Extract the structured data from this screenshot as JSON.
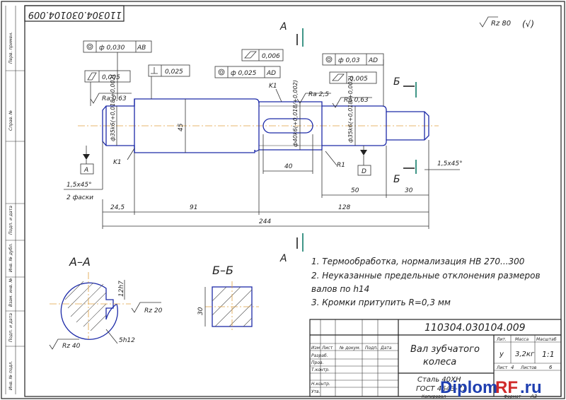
{
  "drawing": {
    "number_rotated": "110304.030104.009",
    "roughness_general": "Rz 80",
    "roughness_general_paren": "(√)",
    "view_mark_a": "A",
    "view_mark_b": "Б"
  },
  "tolerances": {
    "runout_ab": {
      "value": "ф 0,030",
      "base": "AB"
    },
    "parallel_left": {
      "value": "0,005"
    },
    "perp_left": {
      "value": "0,025"
    },
    "runout_ad": {
      "value": "ф 0,025",
      "base": "AD"
    },
    "cyl_mid": {
      "value": "0,006"
    },
    "runout_right": {
      "value": "ф 0,03",
      "base": "AD"
    },
    "cyl_right": {
      "value": "0,005"
    }
  },
  "surface": {
    "ra_left": "Ra 0,63",
    "ra_mid": "Ra 2,5",
    "ra_right": "Ra 0,63",
    "k1_top": "K1",
    "k1_left": "K1"
  },
  "diameters": {
    "d35_left": "ф35k6(+0,018/+0,002)",
    "d45": "45",
    "d40": "ф40k6(+0,018/+0,002)",
    "d35_right": "ф35k6(+0,018/+0,002)"
  },
  "bases": {
    "a": "A",
    "d": "D"
  },
  "dims": {
    "chamfer_left": "1,5х45°",
    "chamfer_left_note": "2 фаски",
    "chamfer_right": "1,5х45°",
    "r1": "R1",
    "key_len": "40",
    "d245": "24,5",
    "d91": "91",
    "d128": "128",
    "d50": "50",
    "d30": "30",
    "d244": "244"
  },
  "sections": {
    "aa_title": "А–А",
    "aa_depth": "12h7",
    "aa_width": "5h12",
    "aa_rz20": "Rz 20",
    "aa_rz40": "Rz 40",
    "bb_title": "Б–Б",
    "bb_size": "30"
  },
  "notes": [
    "1. Термообработка, нормализация НВ 270...300",
    "2. Неуказанные предельные отклонения размеров",
    "валов по h14",
    "3. Кромки притупить R=0,3 мм"
  ],
  "title_block": {
    "number": "110304.030104.009",
    "name_line1": "Вал зубчатого",
    "name_line2": "колеса",
    "material_line1": "Сталь 40ХН",
    "material_line2": "ГОСТ 4543-71",
    "lit_header": "Лит.",
    "mass_header": "Масса",
    "scale_header": "Масштаб",
    "lit": "у",
    "mass": "3,2кг",
    "scale": "1:1",
    "sheet_label": "Лист",
    "sheet_num": "4",
    "sheets_label": "Листов",
    "sheets_num": "6",
    "format_label": "Формат",
    "format": "А3",
    "copied": "Копировал",
    "row_labels": [
      "Изм",
      "Лист",
      "№ докум.",
      "Подп.",
      "Дата"
    ],
    "role_labels": [
      "Разраб.",
      "Пров.",
      "Т.контр.",
      "",
      "Н.контр.",
      "Утв."
    ]
  },
  "side_stamps": [
    "Перв. примен.",
    "Справ. №",
    "Подп. и дата",
    "Инв. № дубл.",
    "Взам. инв. №",
    "Подп. и дата",
    "Инв. № подл."
  ],
  "watermark": {
    "part1": "Diplom",
    "part2": "RF",
    "part3": ".ru"
  }
}
